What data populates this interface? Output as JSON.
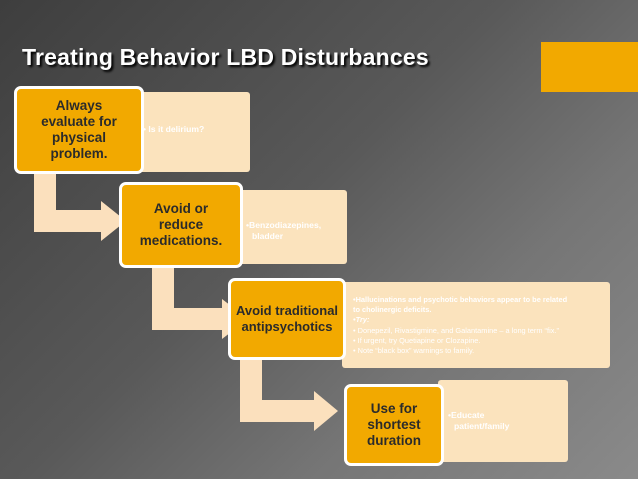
{
  "title": "Treating Behavior LBD Disturbances",
  "colors": {
    "accent": "#f2a900",
    "card": "#fbe3bd",
    "arrow": "#fbe0bd",
    "title_text": "#ffffff"
  },
  "steps": [
    {
      "box_label": "Always evaluate for physical problem.",
      "bullets": [
        "• Is it delirium?"
      ]
    },
    {
      "box_label": "Avoid or reduce medications.",
      "bullets": [
        "•Benzodiazepines,",
        "bladder"
      ]
    },
    {
      "box_label": "Avoid traditional antipsychotics",
      "bullets": [
        "•Hallucinations and psychotic behaviors appear to be related",
        "to cholinergic deficits.",
        "•Try:",
        "•  Donepezil, Rivastigmine, and Galantamine – a long term “fix.”",
        "•  If urgent, try Quetiapine or Clozapine.",
        "•  Note “black box” warnings to family."
      ]
    },
    {
      "box_label": "Use for shortest duration",
      "bullets": [
        "•Educate",
        "patient/family"
      ]
    }
  ]
}
